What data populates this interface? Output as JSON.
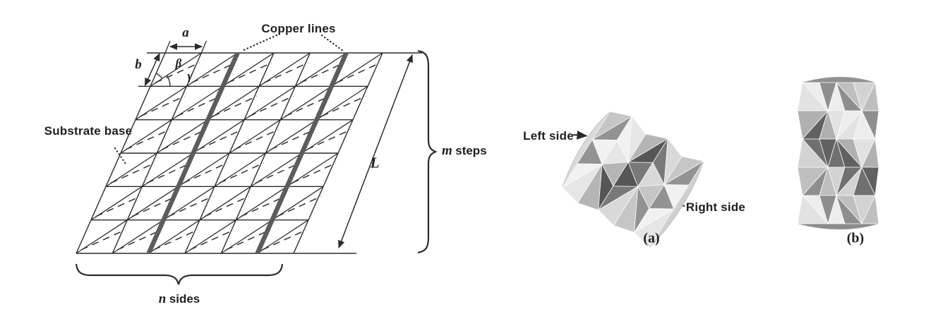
{
  "figure": {
    "pattern": {
      "copper_lines_label": "Copper lines",
      "substrate_base_label": "Substrate base",
      "dim_a": "a",
      "dim_b": "b",
      "angle_beta": "β",
      "angle_gamma": "γ",
      "dim_L": "L",
      "m_steps": {
        "var": "m",
        "text": "steps"
      },
      "n_sides": {
        "var": "n",
        "text": "sides"
      },
      "grid": {
        "rows": 6,
        "cols": 6,
        "copper_columns": [
          2,
          5
        ]
      }
    },
    "model_a": {
      "left_side_label": "Left side",
      "right_side_label": "Right side",
      "caption": "(a)"
    },
    "model_b": {
      "caption": "(b)"
    }
  },
  "colors": {
    "line": "#2b2b2b",
    "dashed": "#303030",
    "copper": "#5c5c5c",
    "label": "#1f1f1f",
    "facets_a": [
      "#f1f1f1",
      "#d9d9d9",
      "#b5b5b5",
      "#939393",
      "#787878",
      "#e6e6e6",
      "#c6c6c6",
      "#565656"
    ],
    "facets_b": [
      "#ededed",
      "#d3d3d3",
      "#b0b0b0",
      "#8e8e8e",
      "#707070",
      "#e2e2e2",
      "#bfbfbf",
      "#616161"
    ],
    "cap_a_top": "#dadada",
    "cap_a_bottom": "#cfcfcf",
    "cap_b_top": "#919191",
    "cap_b_bottom": "#8b8b8b"
  }
}
